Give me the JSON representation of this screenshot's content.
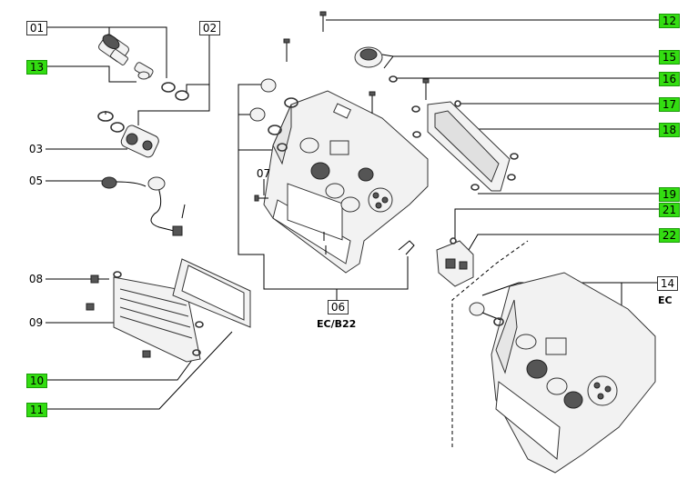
{
  "labels": {
    "l01": "01",
    "l02": "02",
    "l03": "03",
    "l05": "05",
    "l06": "06",
    "l07": "07",
    "l08": "08",
    "l09": "09",
    "l10": "10",
    "l11": "11",
    "l12": "12",
    "l13": "13",
    "l14": "14",
    "l15": "15",
    "l16": "16",
    "l17": "17",
    "l18": "18",
    "l19": "19",
    "l21": "21",
    "l22": "22"
  },
  "captions": {
    "main": "EC/B22",
    "inset": "EC"
  },
  "colors": {
    "highlight": "#33dd11",
    "line": "#000000",
    "part_fill": "#f2f2f2"
  }
}
